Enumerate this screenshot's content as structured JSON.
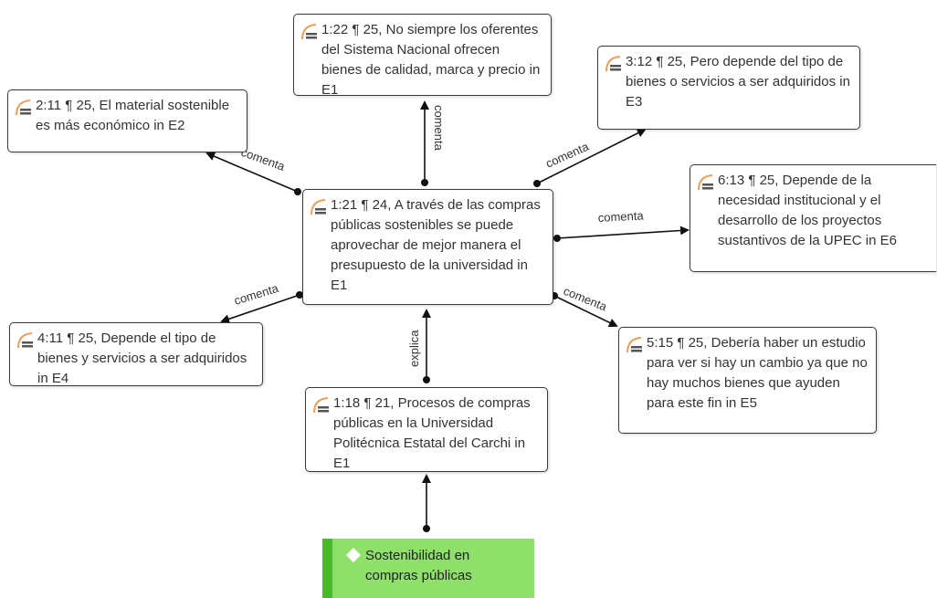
{
  "quotations": [
    {
      "id": "q-main",
      "text": "1:21 ¶ 24, A través de las compras públicas sostenibles se puede aprovechar de mejor manera el presupuesto de la universidad in E1"
    },
    {
      "id": "q-top",
      "text": "1:22 ¶ 25, No siempre los oferentes del Sistema Nacional ofrecen bienes de calidad, marca y precio in E1"
    },
    {
      "id": "q-left-top",
      "text": "2:11 ¶ 25, El material sostenible es más económico in E2"
    },
    {
      "id": "q-right-top",
      "text": "3:12 ¶ 25, Pero depende del tipo de bienes o servicios a ser adquiridos in E3"
    },
    {
      "id": "q-right-mid",
      "text": "6:13 ¶ 25, Depende de la necesidad institucional y el desarrollo de los proyectos  sustantivos de la UPEC in E6"
    },
    {
      "id": "q-left-bottom",
      "text": "4:11 ¶ 25, Depende el tipo de bienes y servicios a ser adquiridos in E4"
    },
    {
      "id": "q-right-bottom",
      "text": "5:15 ¶ 25, Debería haber un estudio para ver si hay un cambio ya que no hay muchos bienes que ayuden para este fin in E5"
    },
    {
      "id": "q-bottom",
      "text": "1:18 ¶ 21, Procesos de compras públicas en la Universidad Politécnica Estatal del Carchi in E1"
    }
  ],
  "code": {
    "text": "Sostenibilidad en compras públicas"
  },
  "relations": {
    "comenta": "comenta",
    "explica": "explica"
  },
  "colors": {
    "code_fill": "#8ee06a",
    "code_border": "#4ab82a",
    "quote_icon_arc": "#e8a05a",
    "edge": "#111111"
  }
}
